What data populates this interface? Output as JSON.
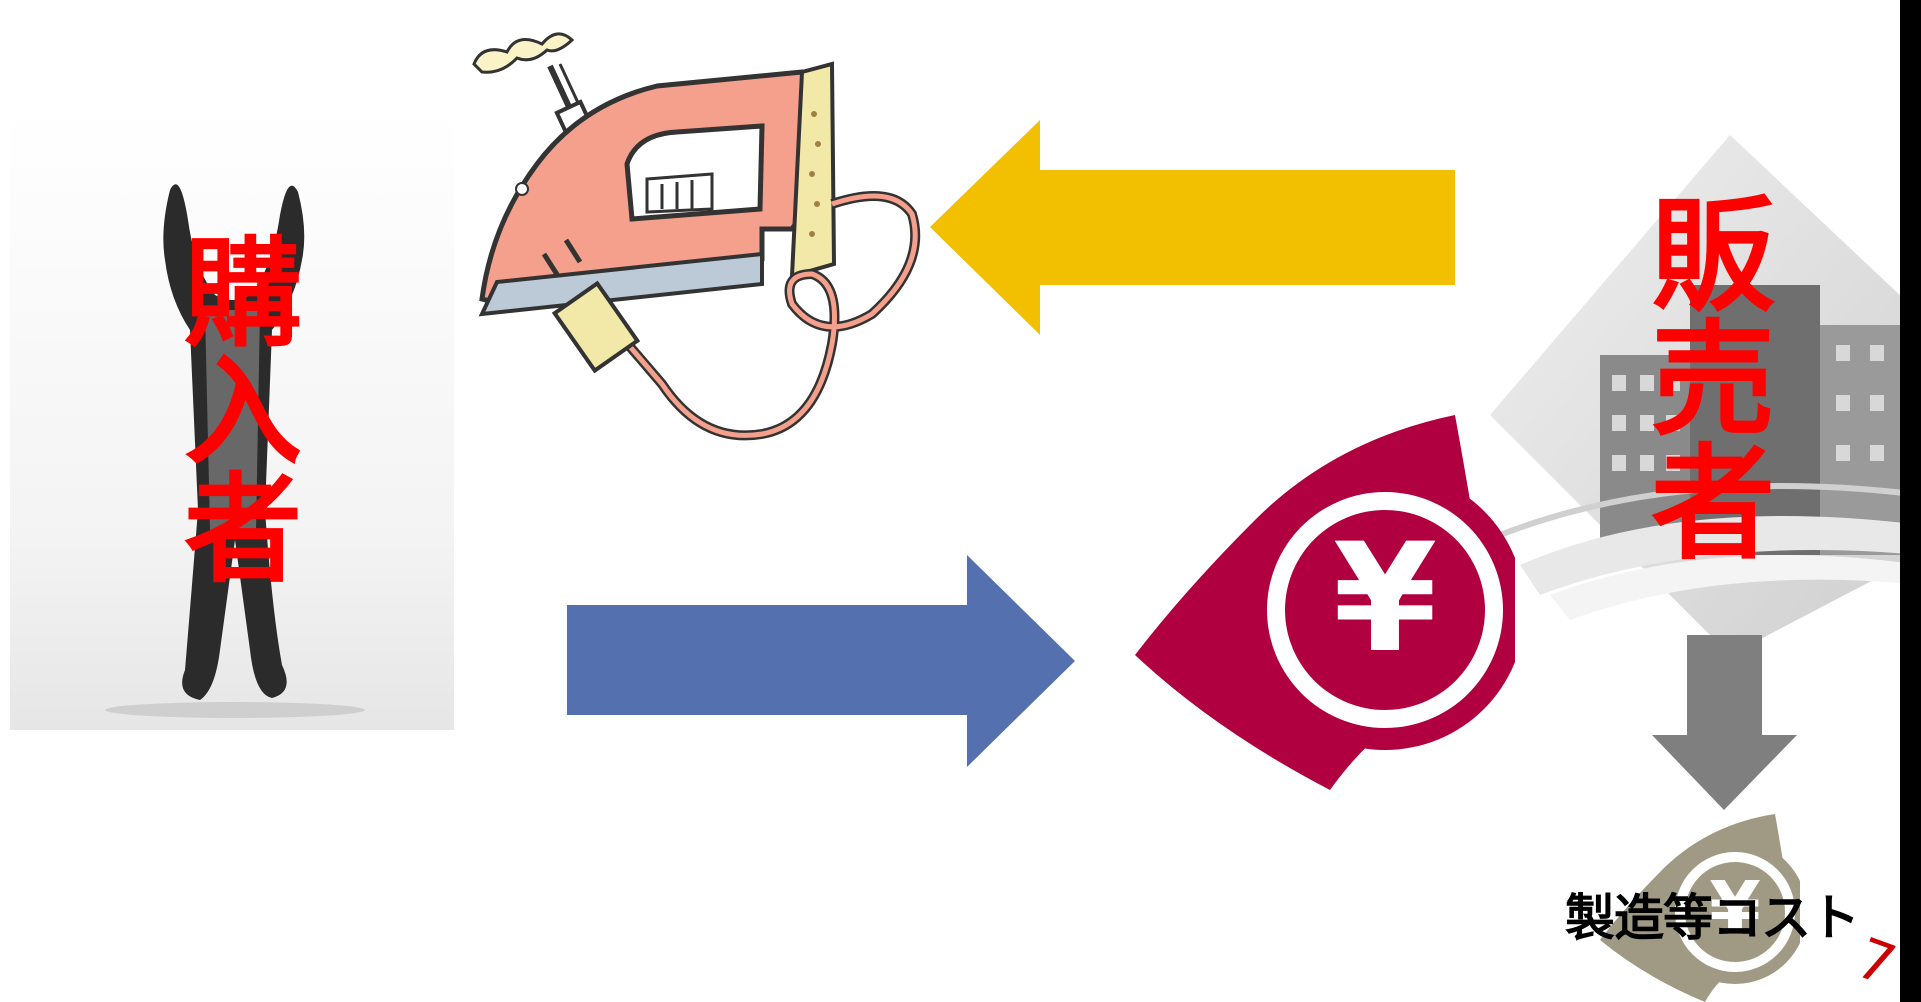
{
  "buyer": {
    "chars": [
      "購",
      "入",
      "者"
    ]
  },
  "seller": {
    "chars": [
      "販",
      "売",
      "者"
    ]
  },
  "cost_label": "製造等コスト",
  "page_number": "7",
  "money_symbol": "¥",
  "colors": {
    "label_red": "#ff0000",
    "goods_arrow": "#f2c000",
    "payment_arrow": "#4f6fb0",
    "cost_arrow": "#7f7f7f",
    "yen_badge": "#b00040",
    "iron": "#f4a08c"
  }
}
